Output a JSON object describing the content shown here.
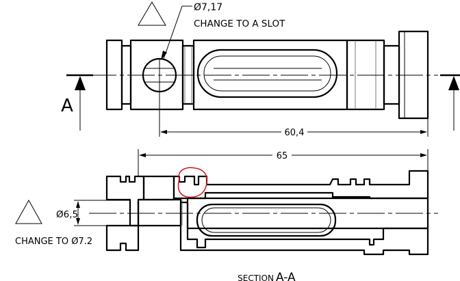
{
  "annotations": {
    "top_diameter": "Ø7,17",
    "top_note": "CHANGE TO A SLOT",
    "left_diameter": "Ø6,5",
    "left_note": "CHANGE TO Ø7.2"
  },
  "dimensions": {
    "top_length": "60,4",
    "bottom_length": "65"
  },
  "section": {
    "label_left": "A",
    "label_right": "A",
    "caption_prefix": "SECTION",
    "caption_letters": "A-A"
  },
  "colors": {
    "line": "#000000",
    "markup": "#d62020",
    "background": "#ffffff"
  }
}
